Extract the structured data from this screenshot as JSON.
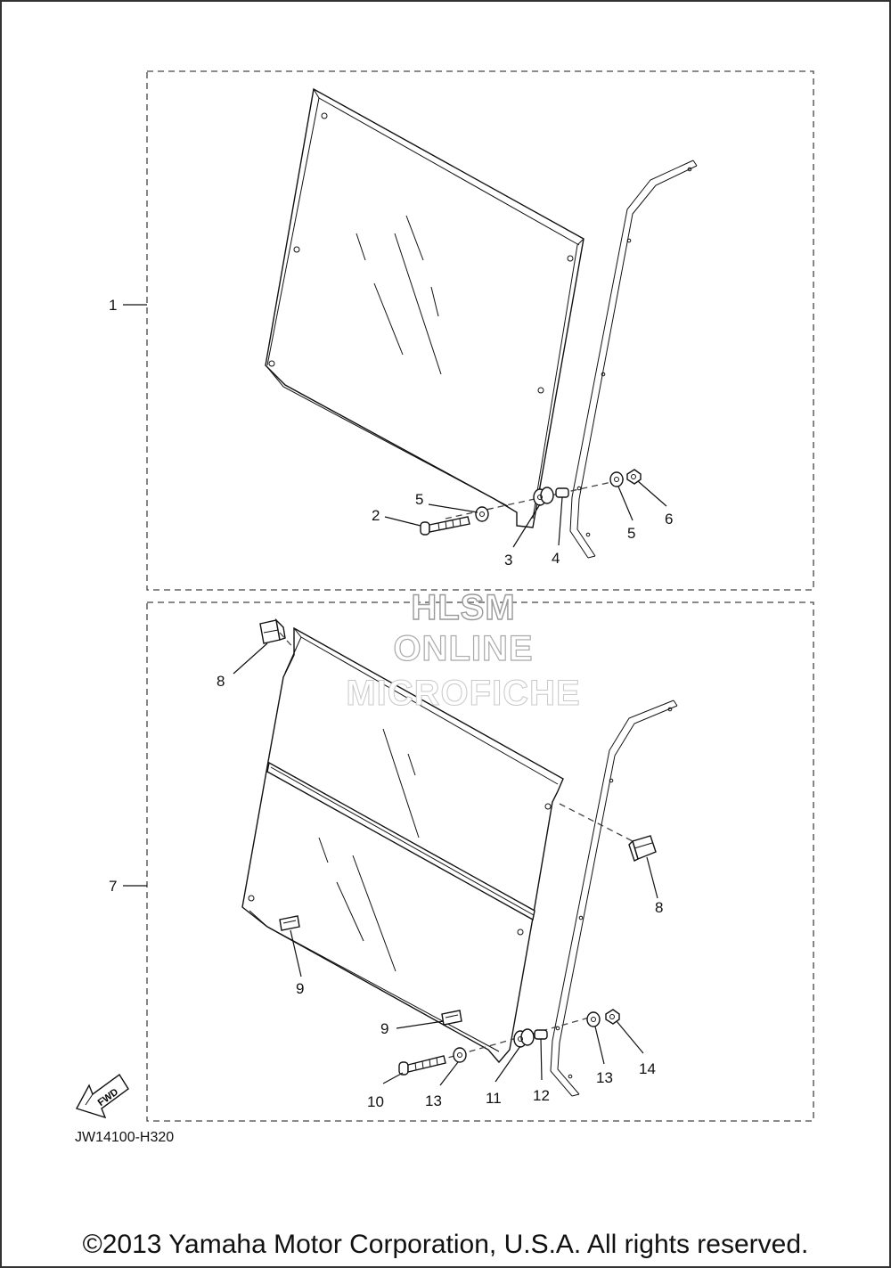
{
  "callouts": {
    "c1": "1",
    "c2": "2",
    "c3": "3",
    "c4": "4",
    "c5a": "5",
    "c5b": "5",
    "c6": "6",
    "c7": "7",
    "c8a": "8",
    "c8b": "8",
    "c9a": "9",
    "c9b": "9",
    "c10": "10",
    "c11": "11",
    "c12": "12",
    "c13a": "13",
    "c13b": "13",
    "c14": "14"
  },
  "fwd_label": "FWD",
  "diagram_code": "JW14100-H320",
  "watermark": {
    "line1": "HLSM",
    "line2": "ONLINE",
    "line3": "MICROFICHE"
  },
  "copyright": "©2013 Yamaha Motor Corporation, U.S.A. All rights reserved."
}
